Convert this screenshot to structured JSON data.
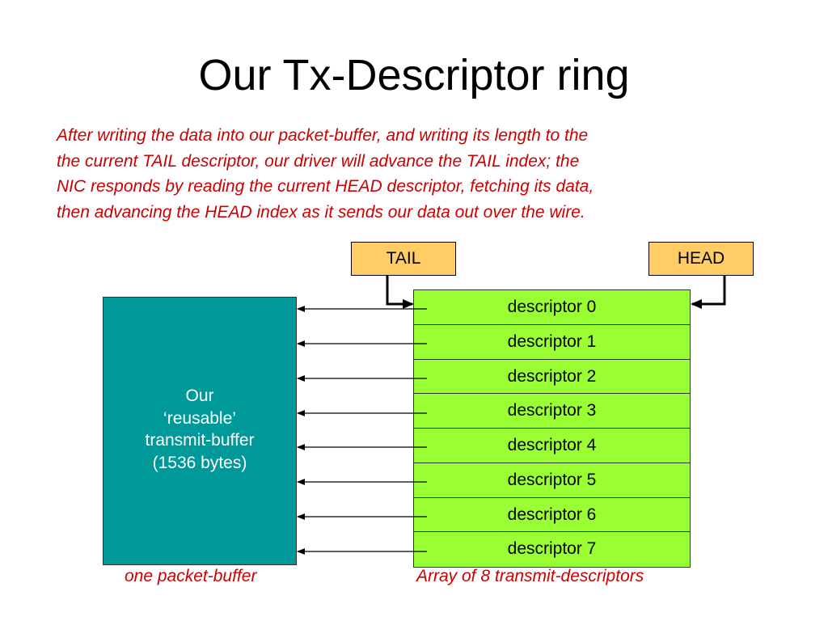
{
  "title": "Our Tx-Descriptor ring",
  "caption": [
    "After writing the data into our packet-buffer, and writing its length to the",
    "the current TAIL descriptor, our driver will advance the TAIL index; the",
    "NIC responds by reading the current HEAD descriptor, fetching its data,",
    "then advancing the HEAD index as it sends our data out over the wire."
  ],
  "tail_label": "TAIL",
  "head_label": "HEAD",
  "buffer_text": [
    "Our",
    "‘reusable’",
    "transmit-buffer",
    "(1536 bytes)"
  ],
  "descriptors": [
    "descriptor 0",
    "descriptor 1",
    "descriptor 2",
    "descriptor 3",
    "descriptor 4",
    "descriptor 5",
    "descriptor 6",
    "descriptor 7"
  ],
  "buffer_caption": "one packet-buffer",
  "ring_caption": "Array of 8 transmit-descriptors",
  "colors": {
    "pointer_fill": "#ffcc66",
    "buffer_fill": "#009999",
    "descriptor_fill": "#99ff33",
    "caption_text": "#cc0000"
  }
}
